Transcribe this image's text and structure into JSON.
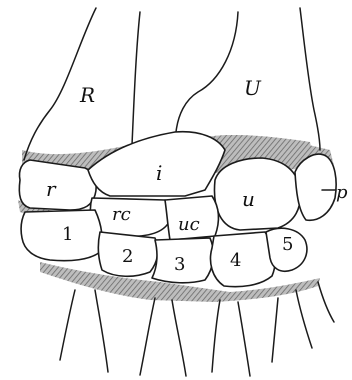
{
  "diagram": {
    "labels": {
      "radius": "R",
      "ulna": "U",
      "intermedium": "i",
      "ulnare": "u",
      "pisiform": "p",
      "radiale": "r",
      "radial_centrale": "rc",
      "ulnar_centrale": "uc",
      "carpal_1": "1",
      "carpal_2": "2",
      "carpal_3": "3",
      "carpal_4": "4",
      "carpal_5": "5"
    }
  }
}
